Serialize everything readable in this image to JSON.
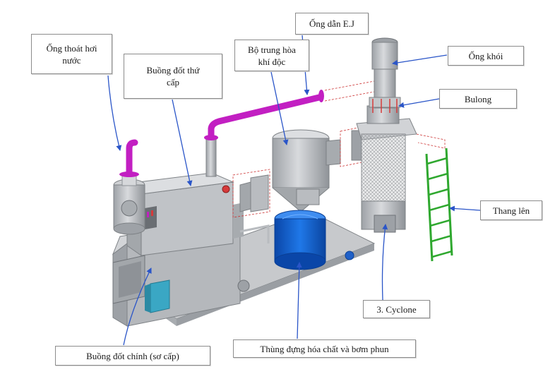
{
  "labels": {
    "steam_pipe": "Ống thoát hơi nước",
    "secondary_chamber": "Buồng đốt thứ cấp",
    "neutralizer": "Bộ trung hòa khí độc",
    "ej_pipe": "Ống dẫn E.J",
    "chimney": "Ống khói",
    "bolt": "Bulong",
    "ladder": "Thang lên",
    "cyclone": "3. Cyclone",
    "chem_tank": "Thùng đựng hóa chất và bơm phun",
    "primary_chamber": "Buồng đốt chính (sơ cấp)"
  },
  "colors": {
    "metal": "#b9bcc0",
    "metal_dark": "#8e9297",
    "metal_light": "#d6d8db",
    "pipe": "#c21fc2",
    "tank": "#1463d6",
    "ladder": "#2fa82f",
    "arrow": "#2a55c8",
    "accent_panel": "#3aa7c4",
    "valve": "#d63a3a"
  }
}
